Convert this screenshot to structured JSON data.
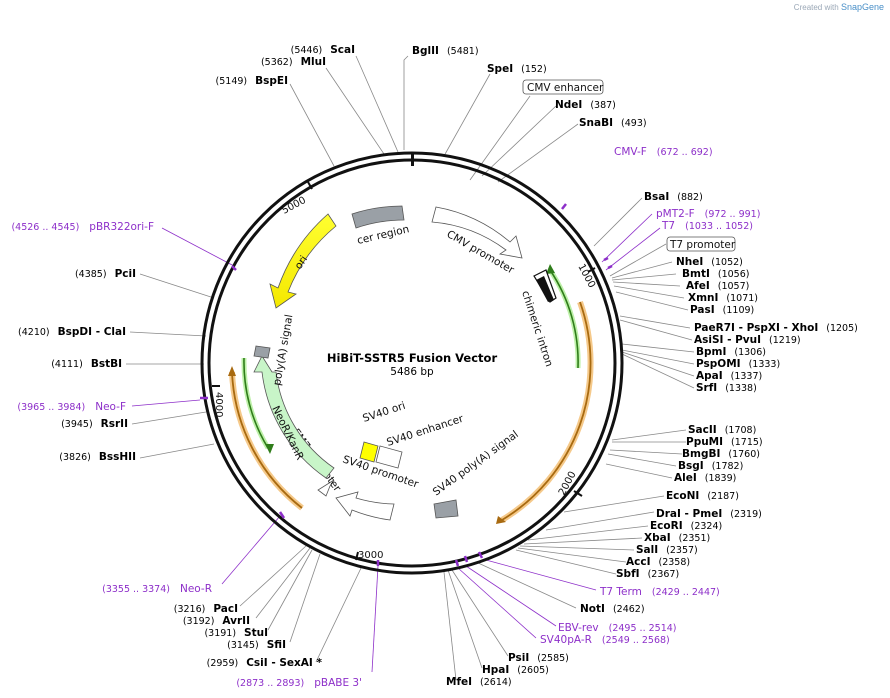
{
  "watermark": {
    "prefix": "Created with",
    "brand": "SnapGene"
  },
  "plasmid": {
    "name": "HiBiT-SSTR5 Fusion Vector",
    "length_label": "5486 bp",
    "length": 5486
  },
  "ticks": [
    {
      "bp": 1000,
      "label": "1000"
    },
    {
      "bp": 2000,
      "label": "2000"
    },
    {
      "bp": 3000,
      "label": "3000"
    },
    {
      "bp": 4000,
      "label": "4000"
    },
    {
      "bp": 5000,
      "label": "5000"
    }
  ],
  "enzymes": [
    {
      "name": "BglII",
      "pos": "(5481)"
    },
    {
      "name": "SpeI",
      "pos": "(152)"
    },
    {
      "name": "NdeI",
      "pos": "(387)"
    },
    {
      "name": "SnaBI",
      "pos": "(493)"
    },
    {
      "name": "BsaI",
      "pos": "(882)"
    },
    {
      "name": "NheI",
      "pos": "(1052)"
    },
    {
      "name": "BmtI",
      "pos": "(1056)"
    },
    {
      "name": "AfeI",
      "pos": "(1057)"
    },
    {
      "name": "XmnI",
      "pos": "(1071)"
    },
    {
      "name": "PasI",
      "pos": "(1109)"
    },
    {
      "name": "PaeR7I - PspXI - XhoI",
      "pos": "(1205)"
    },
    {
      "name": "AsiSI - PvuI",
      "pos": "(1219)"
    },
    {
      "name": "BpmI",
      "pos": "(1306)"
    },
    {
      "name": "PspOMI",
      "pos": "(1333)"
    },
    {
      "name": "ApaI",
      "pos": "(1337)"
    },
    {
      "name": "SrfI",
      "pos": "(1338)"
    },
    {
      "name": "SacII",
      "pos": "(1708)"
    },
    {
      "name": "PpuMI",
      "pos": "(1715)"
    },
    {
      "name": "BmgBI",
      "pos": "(1760)"
    },
    {
      "name": "BsgI",
      "pos": "(1782)"
    },
    {
      "name": "AleI",
      "pos": "(1839)"
    },
    {
      "name": "EcoNI",
      "pos": "(2187)"
    },
    {
      "name": "DraI - PmeI",
      "pos": "(2319)"
    },
    {
      "name": "EcoRI",
      "pos": "(2324)"
    },
    {
      "name": "XbaI",
      "pos": "(2351)"
    },
    {
      "name": "SalI",
      "pos": "(2357)"
    },
    {
      "name": "AccI",
      "pos": "(2358)"
    },
    {
      "name": "SbfI",
      "pos": "(2367)"
    },
    {
      "name": "NotI",
      "pos": "(2462)"
    },
    {
      "name": "PsiI",
      "pos": "(2585)"
    },
    {
      "name": "HpaI",
      "pos": "(2605)"
    },
    {
      "name": "MfeI",
      "pos": "(2614)"
    },
    {
      "name": "CsiI - SexAI *",
      "pos": "(2959)"
    },
    {
      "name": "SfiI",
      "pos": "(3145)"
    },
    {
      "name": "StuI",
      "pos": "(3191)"
    },
    {
      "name": "AvrII",
      "pos": "(3192)"
    },
    {
      "name": "PacI",
      "pos": "(3216)"
    },
    {
      "name": "BssHII",
      "pos": "(3826)"
    },
    {
      "name": "RsrII",
      "pos": "(3945)"
    },
    {
      "name": "BstBI",
      "pos": "(4111)"
    },
    {
      "name": "BspDI - ClaI",
      "pos": "(4210)"
    },
    {
      "name": "PciI",
      "pos": "(4385)"
    },
    {
      "name": "BspEI",
      "pos": "(5149)"
    },
    {
      "name": "MluI",
      "pos": "(5362)"
    },
    {
      "name": "ScaI",
      "pos": "(5446)"
    }
  ],
  "primers": [
    {
      "name": "CMV-F",
      "pos": "(672 .. 692)"
    },
    {
      "name": "pMT2-F",
      "pos": "(972 .. 991)"
    },
    {
      "name": "T7",
      "pos": "(1033 .. 1052)"
    },
    {
      "name": "T7 Term",
      "pos": "(2429 .. 2447)"
    },
    {
      "name": "EBV-rev",
      "pos": "(2495 .. 2514)"
    },
    {
      "name": "SV40pA-R",
      "pos": "(2549 .. 2568)"
    },
    {
      "name": "pBABE 3'",
      "pos": "(2873 .. 2893)"
    },
    {
      "name": "Neo-R",
      "pos": "(3355 .. 3374)"
    },
    {
      "name": "Neo-F",
      "pos": "(3965 .. 3984)"
    },
    {
      "name": "pBR322ori-F",
      "pos": "(4526 .. 4545)"
    }
  ],
  "boxed_labels": [
    {
      "name": "CMV enhancer"
    },
    {
      "name": "T7 promoter"
    }
  ],
  "features": [
    {
      "name": "cer region",
      "color": "#9aa0a6"
    },
    {
      "name": "CMV promoter",
      "color": "#ffffff"
    },
    {
      "name": "chimeric intron",
      "color": "#ffffff"
    },
    {
      "name": "SV40 ori",
      "color": "#ffff00"
    },
    {
      "name": "SV40 enhancer",
      "color": "#ffffff"
    },
    {
      "name": "SV40 promoter",
      "color": "#ffffff"
    },
    {
      "name": "SV40 poly(A) signal",
      "color": "#9aa0a6"
    },
    {
      "name": "EM7 promoter",
      "color": "#ffffff"
    },
    {
      "name": "NeoR/KanR",
      "color": "#c8f5c8"
    },
    {
      "name": "poly(A) signal",
      "color": "#9aa0a6"
    },
    {
      "name": "ori",
      "color": "#ffff00"
    }
  ],
  "colors": {
    "primer": "#8d2fc9",
    "orf_orange": "#f5a623",
    "orf_green": "#7ad35a",
    "backbone": "#111111"
  }
}
